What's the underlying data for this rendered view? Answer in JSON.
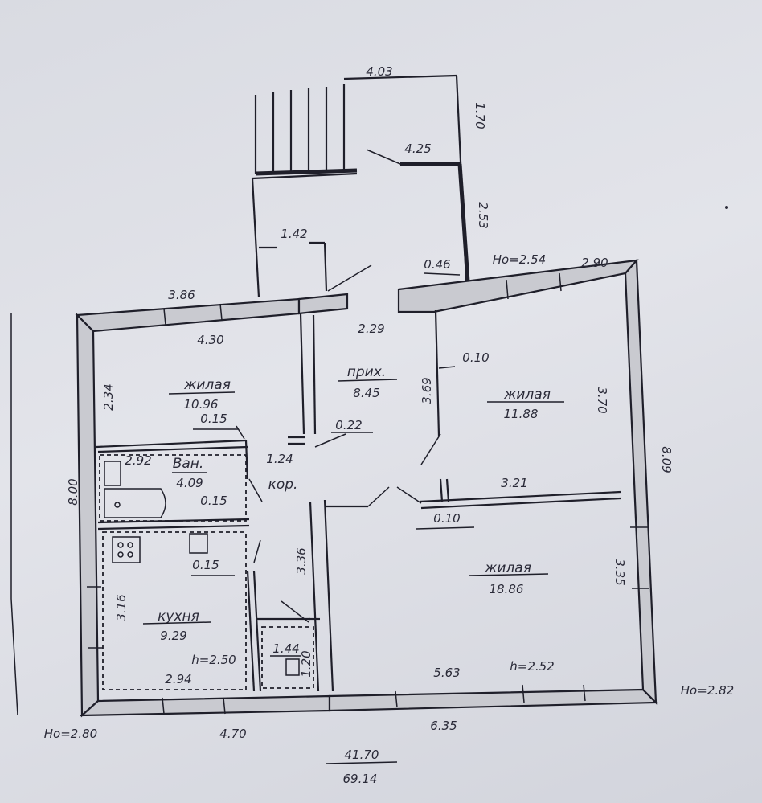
{
  "rooms": {
    "living1": {
      "name": "жилая",
      "area": "10.96"
    },
    "hall": {
      "name": "прих.",
      "area": "8.45"
    },
    "living2": {
      "name": "жилая",
      "area": "11.88"
    },
    "bath": {
      "name": "Ван.",
      "area": "4.09"
    },
    "corridor": {
      "name": "кор."
    },
    "kitchen": {
      "name": "кухня",
      "area": "9.29",
      "height": "h=2.50"
    },
    "living3": {
      "name": "жилая",
      "area": "18.86",
      "height": "h=2.52"
    },
    "closet": {
      "area": "1.44"
    }
  },
  "dims": {
    "porch_top": "4.03",
    "porch_right": "1.70",
    "porch_inner": "4.25",
    "porch_side": "2.53",
    "vestibule": "1.42",
    "step": "0.46",
    "h_right_top": "Но=2.54",
    "right_top": "2.90",
    "left_top_outer": "3.86",
    "left_top_inner": "4.30",
    "hall_width": "2.29",
    "wall_010a": "0.10",
    "living2_depth": "3.69",
    "living2_right": "3.70",
    "living1_height": "2.34",
    "bath_wall": "0.15",
    "bath_w": "2.92",
    "bath_wall2": "0.15",
    "hall_wall": "0.22",
    "corr_w": "1.24",
    "total_right": "8.09",
    "total_left": "8.00",
    "living3_w": "3.21",
    "wall_010b": "0.10",
    "corr_len": "3.36",
    "kitchen_wall": "0.15",
    "kitchen_h": "3.16",
    "kitchen_w": "2.94",
    "living3_h": "3.35",
    "living3_w2": "5.63",
    "closet_h": "1.20",
    "h_right_bottom": "Но=2.82",
    "h_left_bottom": "Но=2.80",
    "bottom_left": "4.70",
    "bottom_right": "6.35"
  },
  "totals": {
    "living": "41.70",
    "total": "69.14"
  }
}
